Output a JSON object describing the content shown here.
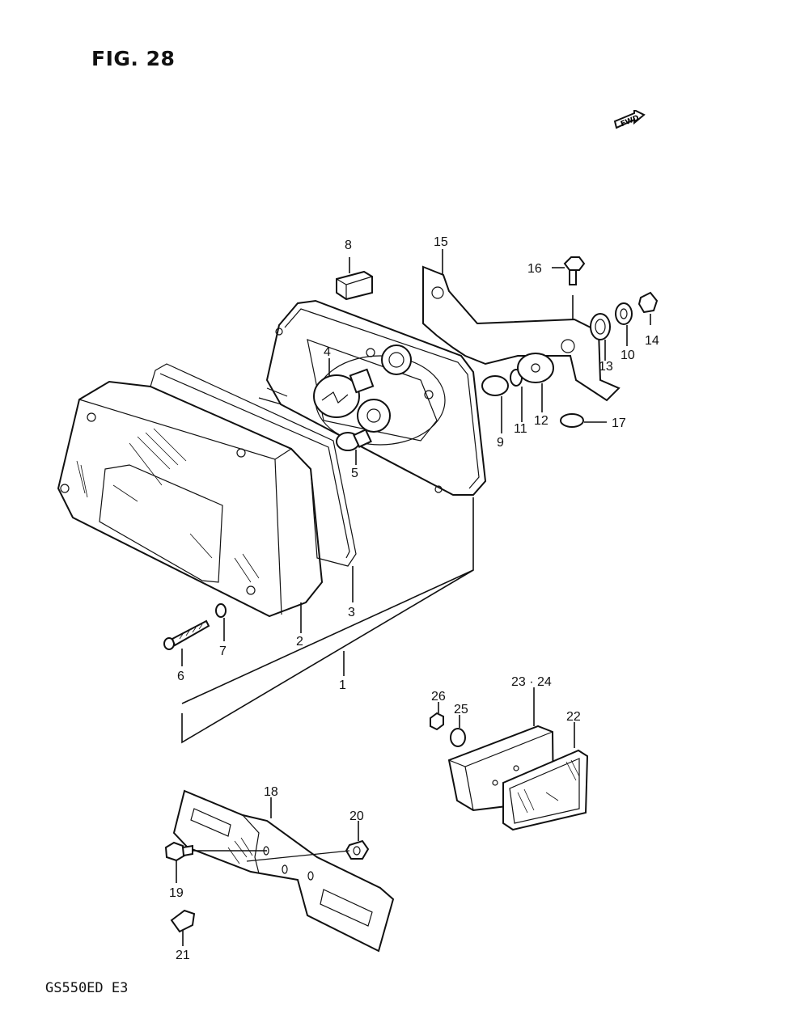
{
  "figure": {
    "title": "FIG. 28",
    "model": "GS550ED E3",
    "fwd_label": "FWD"
  },
  "callouts": [
    {
      "id": "1",
      "text": "1"
    },
    {
      "id": "2",
      "text": "2"
    },
    {
      "id": "3",
      "text": "3"
    },
    {
      "id": "4",
      "text": "4"
    },
    {
      "id": "5",
      "text": "5"
    },
    {
      "id": "6",
      "text": "6"
    },
    {
      "id": "7",
      "text": "7"
    },
    {
      "id": "8",
      "text": "8"
    },
    {
      "id": "9",
      "text": "9"
    },
    {
      "id": "10",
      "text": "10"
    },
    {
      "id": "11",
      "text": "11"
    },
    {
      "id": "12",
      "text": "12"
    },
    {
      "id": "13",
      "text": "13"
    },
    {
      "id": "14",
      "text": "14"
    },
    {
      "id": "15",
      "text": "15"
    },
    {
      "id": "16",
      "text": "16"
    },
    {
      "id": "17",
      "text": "17"
    },
    {
      "id": "18",
      "text": "18"
    },
    {
      "id": "19",
      "text": "19"
    },
    {
      "id": "20",
      "text": "20"
    },
    {
      "id": "21",
      "text": "21"
    },
    {
      "id": "22",
      "text": "22"
    },
    {
      "id": "23-24",
      "text": "23 · 24"
    },
    {
      "id": "25",
      "text": "25"
    },
    {
      "id": "26",
      "text": "26"
    }
  ]
}
